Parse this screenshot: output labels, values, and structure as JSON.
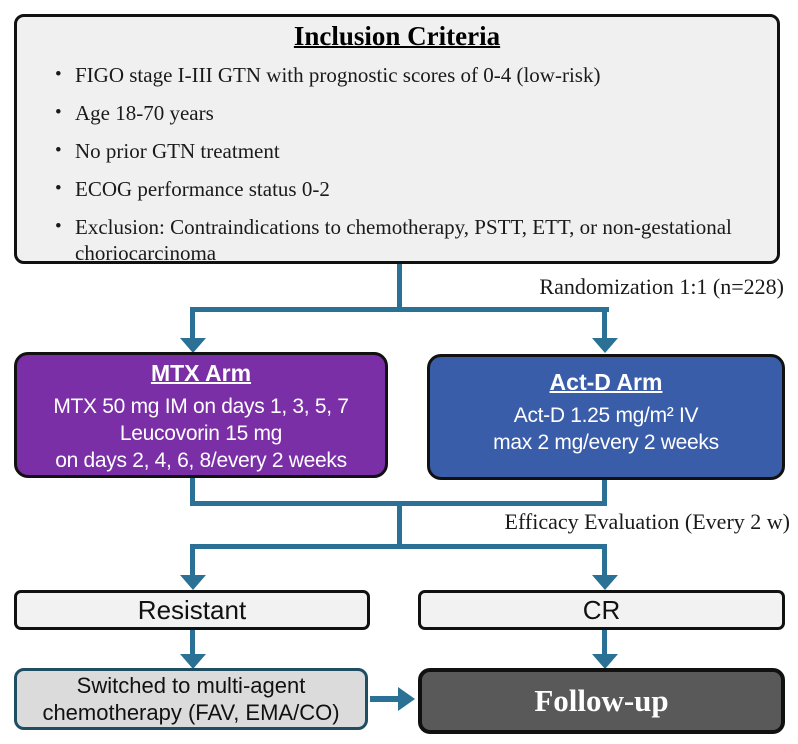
{
  "colors": {
    "arrow": "#2B7095",
    "border_black": "#111111",
    "inclusion_bg": "#F0F0F0",
    "mtx_bg": "#7B2FA6",
    "actd_bg": "#3A5DA9",
    "light_box_bg": "#F2F2F2",
    "switched_bg": "#DBDBDB",
    "switched_border": "#1F4E63",
    "followup_bg": "#595959"
  },
  "inclusion": {
    "title": "Inclusion Criteria",
    "bullets": [
      "FIGO stage I-III GTN with prognostic scores of 0-4 (low-risk)",
      "Age 18-70 years",
      "No prior GTN treatment",
      "ECOG performance status 0-2",
      "Exclusion: Contraindications to chemotherapy, PSTT, ETT, or non-gestational choriocarcinoma"
    ]
  },
  "labels": {
    "randomization": "Randomization 1:1 (n=228)",
    "efficacy": "Efficacy Evaluation (Every 2 w)"
  },
  "mtx_arm": {
    "title": "MTX Arm",
    "lines": [
      "MTX 50 mg IM on days 1, 3, 5, 7",
      "Leucovorin 15 mg",
      "on days 2, 4, 6, 8/every 2 weeks"
    ]
  },
  "actd_arm": {
    "title": "Act-D Arm",
    "lines": [
      "Act-D 1.25 mg/m² IV",
      "max 2 mg/every 2 weeks"
    ]
  },
  "outcomes": {
    "resistant": "Resistant",
    "cr": "CR"
  },
  "switched": {
    "line1": "Switched to multi-agent",
    "line2": "chemotherapy  (FAV,  EMA/CO)"
  },
  "followup": "Follow-up"
}
